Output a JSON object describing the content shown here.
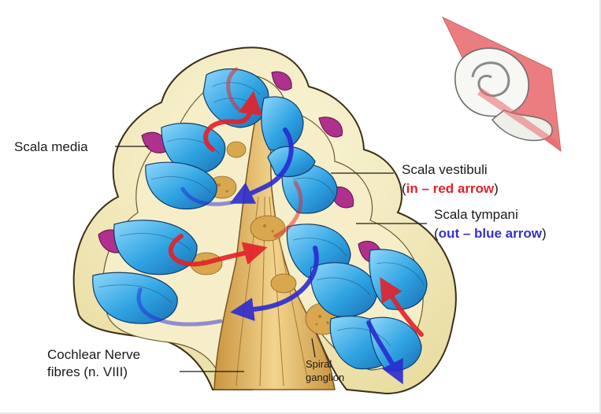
{
  "labels": {
    "scala_media": "Scala media",
    "scala_vestibuli": "Scala vestibuli",
    "scala_vestibuli_note_open": "(",
    "scala_vestibuli_note": "in – red arrow",
    "scala_vestibuli_note_close": ")",
    "scala_tympani": "Scala tympani",
    "scala_tympani_note_open": "(",
    "scala_tympani_note": "out – blue arrow",
    "scala_tympani_note_close": ")",
    "cochlear_nerve_line1": "Cochlear Nerve",
    "cochlear_nerve_line2": "fibres (n. VIII)",
    "spiral_ganglion_line1": "Spiral",
    "spiral_ganglion_line2": "ganglion"
  },
  "colors": {
    "vestibuli_arrow": "#e3222a",
    "tympani_arrow": "#2a2ad0",
    "duct_blue": "#35a9e6",
    "wall_cream": "#f4ecc0",
    "bone": "#e0b86a",
    "media_magenta": "#b0308e",
    "section_plane": "#e8676a"
  }
}
